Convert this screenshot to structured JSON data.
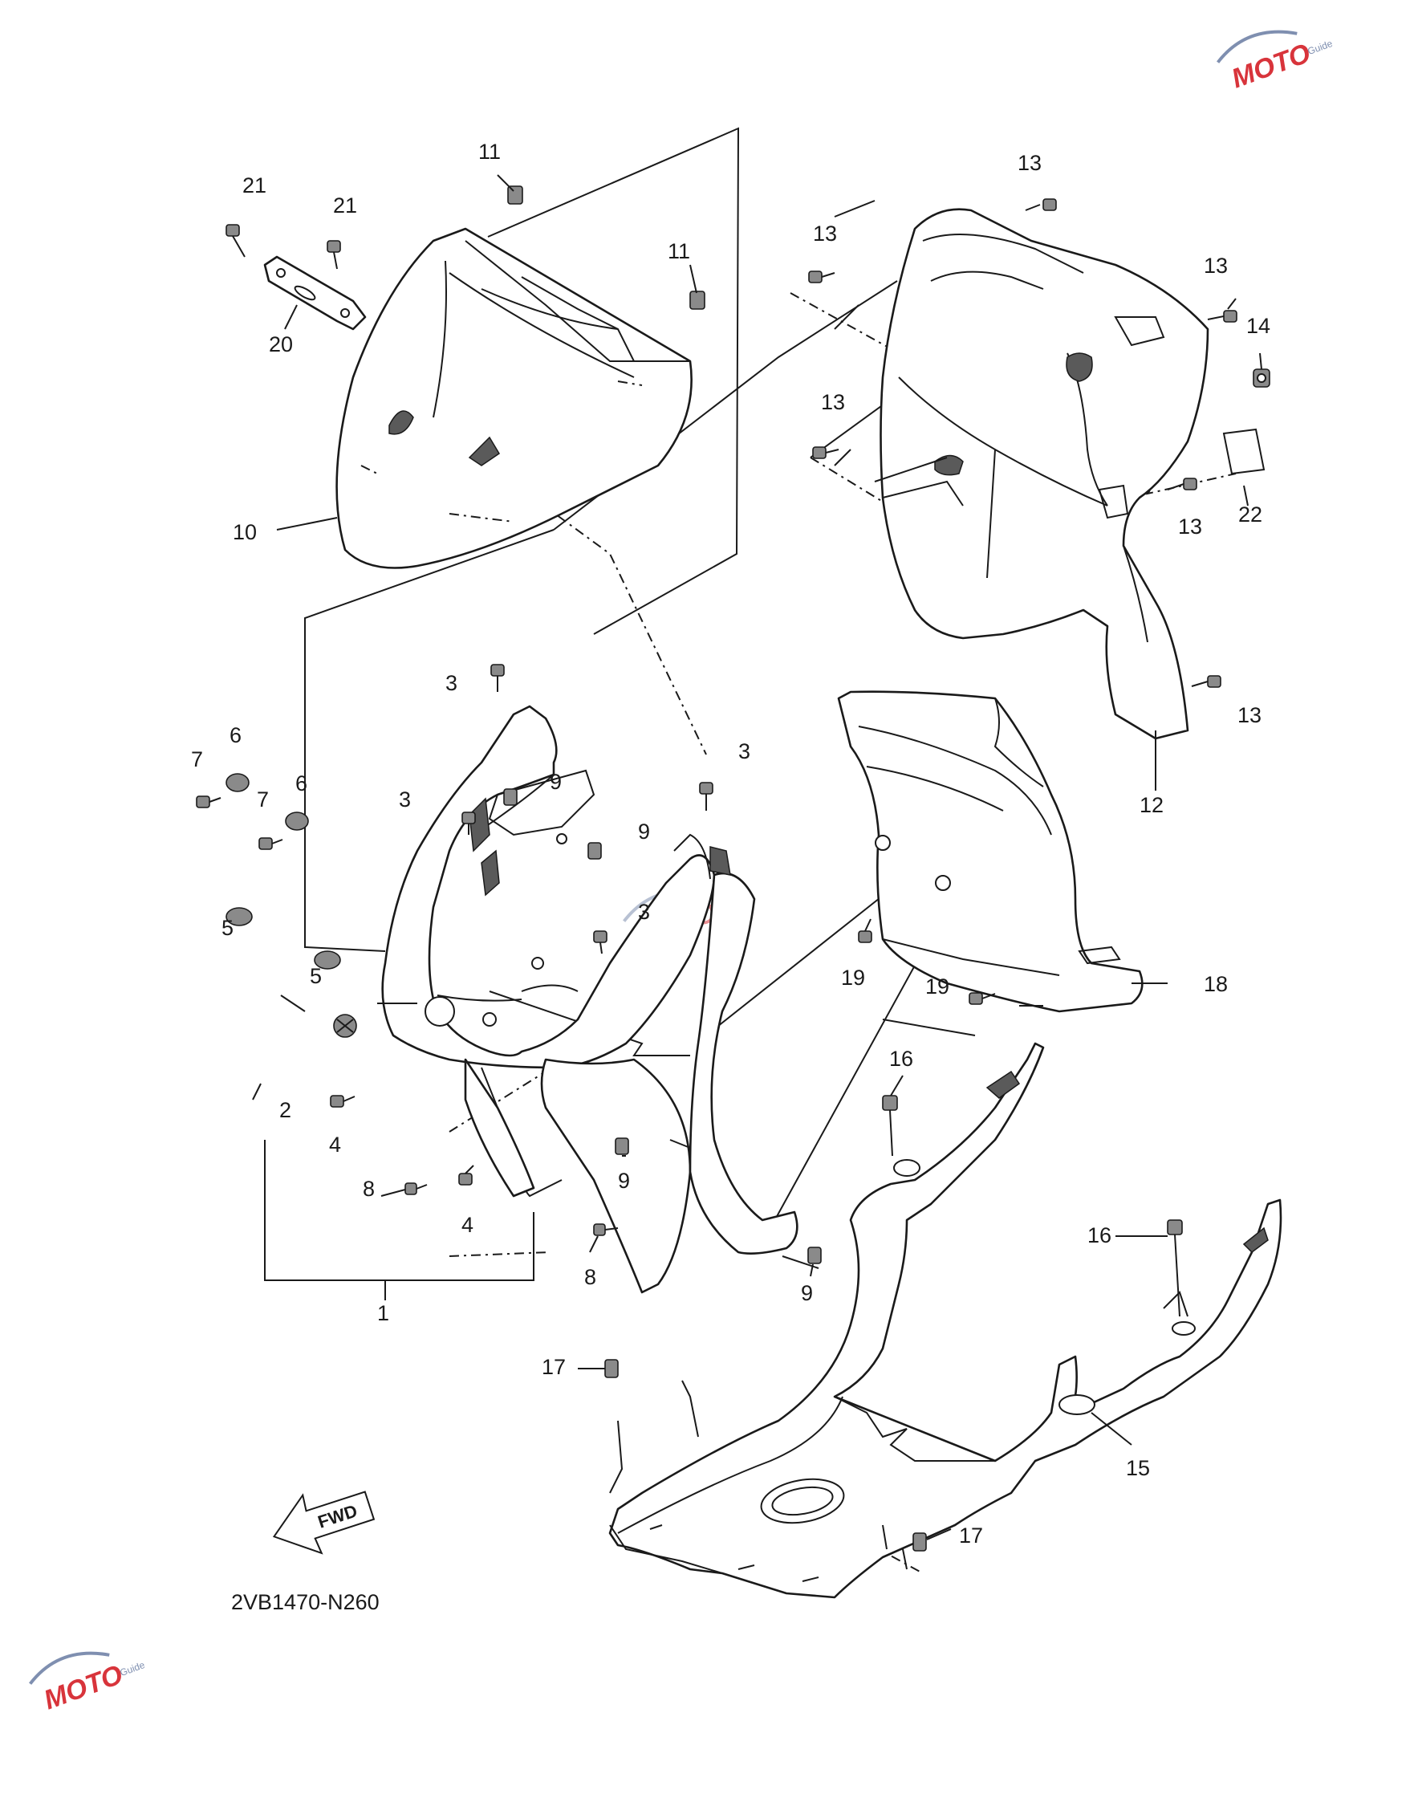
{
  "diagram_code": "2VB1470-N260",
  "fwd_label": "FWD",
  "watermark": {
    "text": "MOTO",
    "sub": "Guide",
    "accent": "#d8343b",
    "secondary": "#7f8fb0"
  },
  "callouts": [
    {
      "id": "c1",
      "text": "1"
    },
    {
      "id": "c2",
      "text": "2"
    },
    {
      "id": "c3a",
      "text": "3"
    },
    {
      "id": "c3b",
      "text": "3"
    },
    {
      "id": "c3c",
      "text": "3"
    },
    {
      "id": "c3d",
      "text": "3"
    },
    {
      "id": "c4a",
      "text": "4"
    },
    {
      "id": "c4b",
      "text": "4"
    },
    {
      "id": "c5a",
      "text": "5"
    },
    {
      "id": "c5b",
      "text": "5"
    },
    {
      "id": "c6a",
      "text": "6"
    },
    {
      "id": "c6b",
      "text": "6"
    },
    {
      "id": "c7a",
      "text": "7"
    },
    {
      "id": "c7b",
      "text": "7"
    },
    {
      "id": "c8a",
      "text": "8"
    },
    {
      "id": "c8b",
      "text": "8"
    },
    {
      "id": "c9a",
      "text": "9"
    },
    {
      "id": "c9b",
      "text": "9"
    },
    {
      "id": "c9c",
      "text": "9"
    },
    {
      "id": "c9d",
      "text": "9"
    },
    {
      "id": "c10",
      "text": "10"
    },
    {
      "id": "c11a",
      "text": "11"
    },
    {
      "id": "c11b",
      "text": "11"
    },
    {
      "id": "c12",
      "text": "12"
    },
    {
      "id": "c13a",
      "text": "13"
    },
    {
      "id": "c13b",
      "text": "13"
    },
    {
      "id": "c13c",
      "text": "13"
    },
    {
      "id": "c13d",
      "text": "13"
    },
    {
      "id": "c13e",
      "text": "13"
    },
    {
      "id": "c13f",
      "text": "13"
    },
    {
      "id": "c14",
      "text": "14"
    },
    {
      "id": "c15",
      "text": "15"
    },
    {
      "id": "c16a",
      "text": "16"
    },
    {
      "id": "c16b",
      "text": "16"
    },
    {
      "id": "c17a",
      "text": "17"
    },
    {
      "id": "c17b",
      "text": "17"
    },
    {
      "id": "c18",
      "text": "18"
    },
    {
      "id": "c19a",
      "text": "19"
    },
    {
      "id": "c19b",
      "text": "19"
    },
    {
      "id": "c20",
      "text": "20"
    },
    {
      "id": "c21a",
      "text": "21"
    },
    {
      "id": "c21b",
      "text": "21"
    },
    {
      "id": "c22",
      "text": "22"
    }
  ]
}
